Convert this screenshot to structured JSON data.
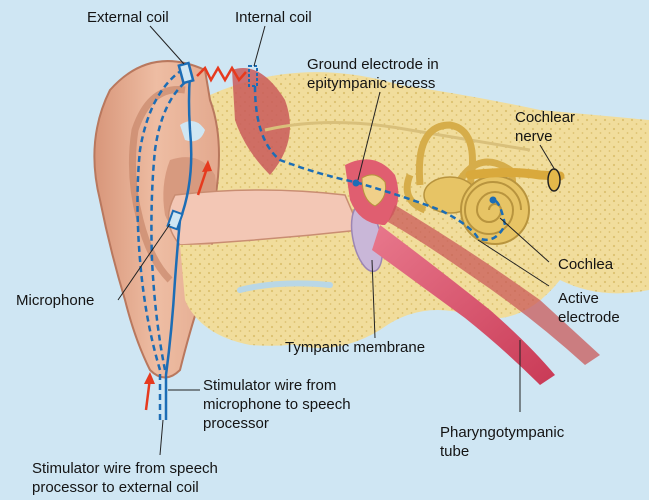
{
  "labels": {
    "external_coil": "External coil",
    "internal_coil": "Internal coil",
    "ground_electrode_1": "Ground electrode in",
    "ground_electrode_2": "epitympanic recess",
    "cochlear_nerve_1": "Cochlear",
    "cochlear_nerve_2": "nerve",
    "cochlea": "Cochlea",
    "active_electrode_1": "Active",
    "active_electrode_2": "electrode",
    "microphone": "Microphone",
    "tympanic_membrane": "Tympanic membrane",
    "stim_wire_mic_1": "Stimulator wire from",
    "stim_wire_mic_2": "microphone to speech",
    "stim_wire_mic_3": "processor",
    "pharyngotympanic_1": "Pharyngotympanic",
    "pharyngotympanic_2": "tube",
    "stim_wire_coil_1": "Stimulator wire from speech",
    "stim_wire_coil_2": "processor to external coil"
  },
  "colors": {
    "background": "#cfe6f3",
    "skin": "#e9b49a",
    "skin_shadow": "#c98d72",
    "bone": "#f1dd9c",
    "bone_dot": "#e0c878",
    "canal": "#f3c7b5",
    "muscle": "#c95a5a",
    "tube": "#d8506a",
    "cochlea": "#e7c465",
    "nerve": "#d9a93c",
    "wire": "#1c6db5",
    "signal": "#e63a1e",
    "leader": "#222222"
  }
}
